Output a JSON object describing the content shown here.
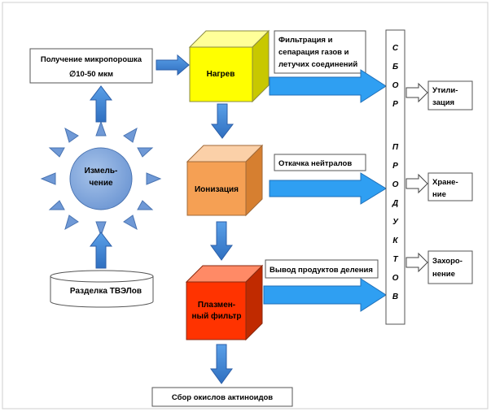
{
  "micropowder": {
    "line1": "Получение микропорошка",
    "line2": "∅10-50 мкм"
  },
  "heating": {
    "label": "Нагрев"
  },
  "ionization": {
    "label": "Ионизация"
  },
  "plasma": {
    "line1": "Плазмен-",
    "line2": "ный фильтр"
  },
  "grinding": {
    "line1": "Измель-",
    "line2": "чение"
  },
  "cutting": {
    "label": "Разделка ТВЭЛов"
  },
  "actinides": {
    "label": "Сбор окислов актиноидов"
  },
  "filtration": {
    "line1": "Фильтрация и",
    "line2": "сепарация газов и",
    "line3": "летучих соединений"
  },
  "pumping": {
    "label": "Откачка нейтралов"
  },
  "fission": {
    "label": "Вывод продуктов деления"
  },
  "collection": {
    "letters": [
      "С",
      "Б",
      "О",
      "Р",
      "П",
      "Р",
      "О",
      "Д",
      "У",
      "К",
      "Т",
      "О",
      "В"
    ]
  },
  "outputs": {
    "utilization": {
      "line1": "Утили-",
      "line2": "зация"
    },
    "storage": {
      "line1": "Хране-",
      "line2": "ние"
    },
    "burial": {
      "line1": "Захоро-",
      "line2": "нение"
    }
  },
  "colors": {
    "arrow_blue": "#2e74c8",
    "cube_yellow": "#ffff00",
    "cube_orange": "#f5a054",
    "cube_red": "#ff3300",
    "sun_body": "#7ea6dc",
    "sun_rays": "#6f99d6"
  }
}
